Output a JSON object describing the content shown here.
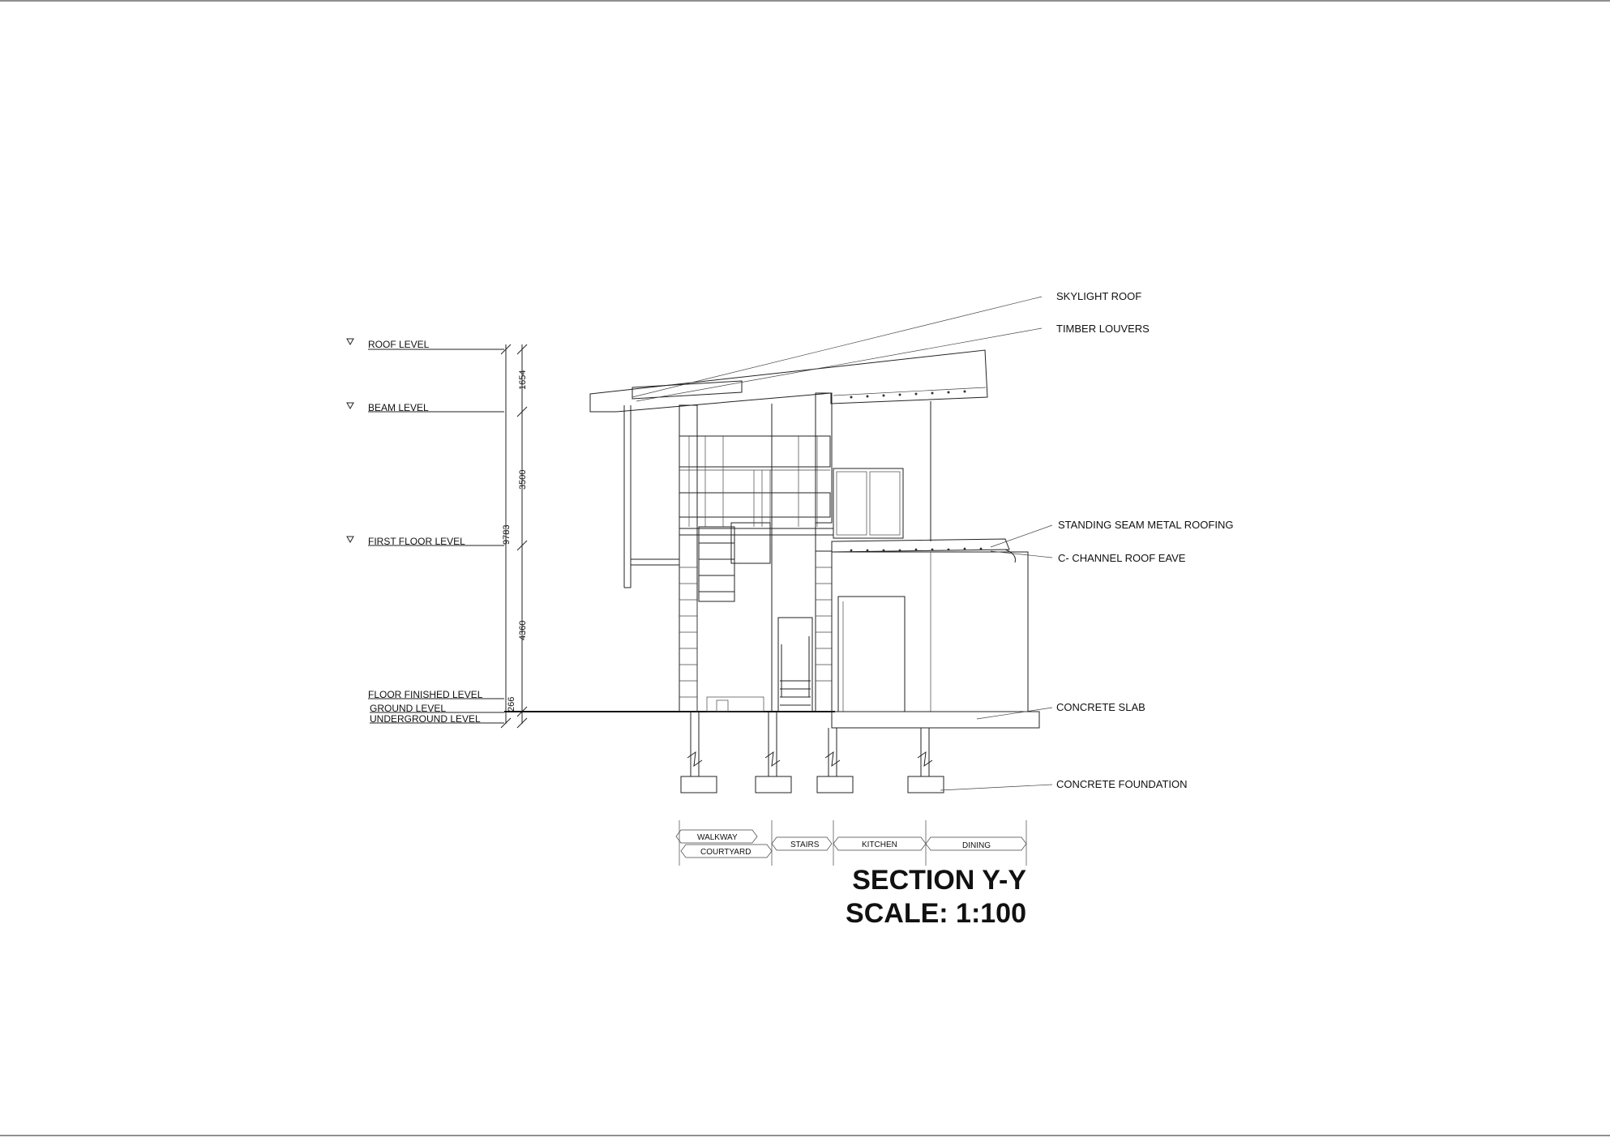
{
  "levels": {
    "roof": "ROOF LEVEL",
    "beam": "BEAM LEVEL",
    "first_floor": "FIRST FLOOR LEVEL",
    "floor_finished": "FLOOR FINISHED LEVEL",
    "ground": "GROUND LEVEL",
    "underground": "UNDERGROUND LEVEL"
  },
  "dimensions": {
    "roof_to_beam": "1654",
    "beam_to_first": "3500",
    "first_to_ground": "4360",
    "plinth": "266",
    "total": "9783"
  },
  "annotations": {
    "skylight_roof": "SKYLIGHT ROOF",
    "timber_louvers": "TIMBER LOUVERS",
    "standing_seam": "STANDING SEAM METAL ROOFING",
    "c_channel": "C- CHANNEL ROOF EAVE",
    "concrete_slab": "CONCRETE SLAB",
    "concrete_foundation": "CONCRETE FOUNDATION"
  },
  "zones": {
    "walkway": "WALKWAY",
    "courtyard": "COURTYARD",
    "stairs": "STAIRS",
    "kitchen": "KITCHEN",
    "dining": "DINING"
  },
  "title": {
    "section": "SECTION Y-Y",
    "scale": "SCALE: 1:100"
  }
}
